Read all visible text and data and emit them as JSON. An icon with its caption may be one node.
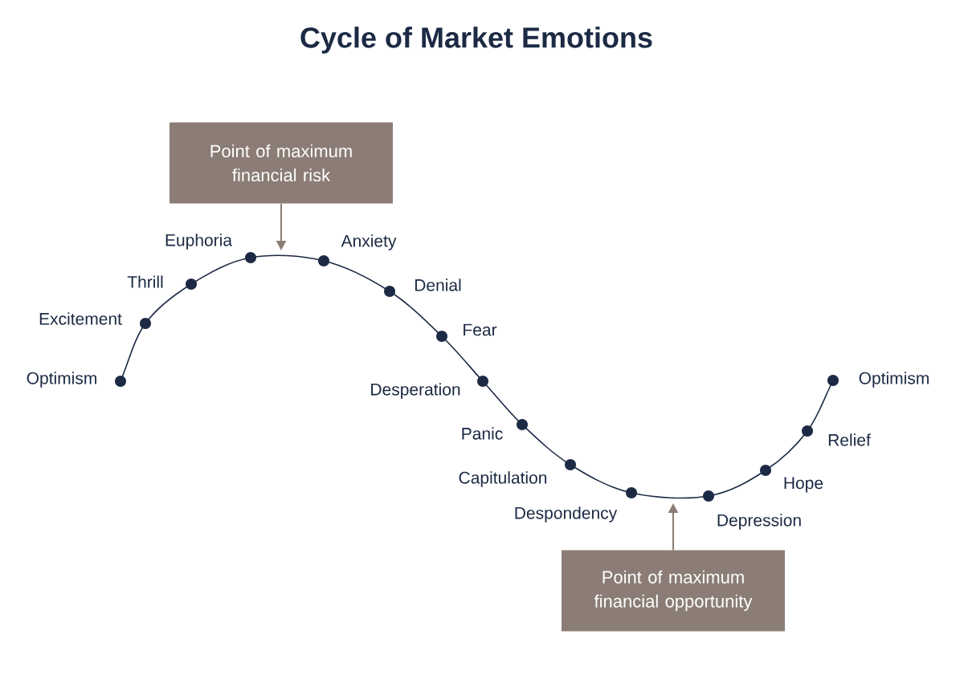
{
  "diagram": {
    "title": "Cycle of Market Emotions",
    "nodes": [
      {
        "text": [
          "Point of maximum financial risk"
        ]
      },
      {
        "text": [],
        "shape": "circle",
        "beside": [
          "Optimism"
        ]
      },
      {
        "text": [],
        "shape": "circle",
        "beside": [
          "Excitement"
        ]
      },
      {
        "text": [],
        "shape": "circle",
        "beside": [
          "Thrill"
        ]
      },
      {
        "text": [],
        "shape": "circle",
        "beside": [
          "Euphoria"
        ]
      },
      {
        "text": [],
        "shape": "circle",
        "beside": [
          "Anxiety"
        ]
      },
      {
        "text": [],
        "shape": "circle",
        "beside": [
          "Denial"
        ]
      },
      {
        "text": [],
        "shape": "circle",
        "beside": [
          "Fear"
        ]
      },
      {
        "text": [],
        "shape": "circle",
        "beside": [
          "Desperation"
        ]
      },
      {
        "text": [],
        "shape": "circle",
        "beside": [
          "Panic"
        ]
      },
      {
        "text": [],
        "shape": "circle",
        "beside": [
          "Capitulation"
        ]
      },
      {
        "text": [],
        "shape": "circle",
        "beside": [
          "Despondency"
        ]
      },
      {
        "text": [],
        "shape": "circle",
        "beside": [
          "Depression"
        ]
      },
      {
        "text": [],
        "shape": "circle",
        "beside": [
          "Hope"
        ]
      },
      {
        "text": [],
        "shape": "circle",
        "beside": [
          "Relief"
        ]
      },
      {
        "text": [],
        "shape": "circle",
        "beside": [
          "Optimism"
        ]
      },
      {
        "text": [
          "Point of maximum financial opportunity"
        ]
      }
    ],
    "edges": [
      {
        "from": 0,
        "to": null,
        "arrow": "to",
        "color": "#8b7d75"
      },
      {
        "from": 1,
        "to": 2,
        "arrow": "none"
      },
      {
        "from": 2,
        "to": 3,
        "arrow": "none"
      },
      {
        "from": 3,
        "to": 4,
        "arrow": "none"
      },
      {
        "from": 4,
        "to": 5,
        "arrow": "none"
      },
      {
        "from": 5,
        "to": 6,
        "arrow": "none"
      },
      {
        "from": 6,
        "to": 7,
        "arrow": "none"
      },
      {
        "from": 7,
        "to": 8,
        "arrow": "none"
      },
      {
        "from": 8,
        "to": 9,
        "arrow": "none"
      },
      {
        "from": 9,
        "to": 10,
        "arrow": "none"
      },
      {
        "from": 10,
        "to": 11,
        "arrow": "none"
      },
      {
        "from": 11,
        "to": 12,
        "arrow": "none"
      },
      {
        "from": 12,
        "to": 13,
        "arrow": "none"
      },
      {
        "from": 13,
        "to": 14,
        "arrow": "none"
      },
      {
        "from": 14,
        "to": 15,
        "arrow": "none"
      },
      {
        "from": 16,
        "to": null,
        "arrow": "to",
        "color": "#8b7d75"
      }
    ]
  }
}
